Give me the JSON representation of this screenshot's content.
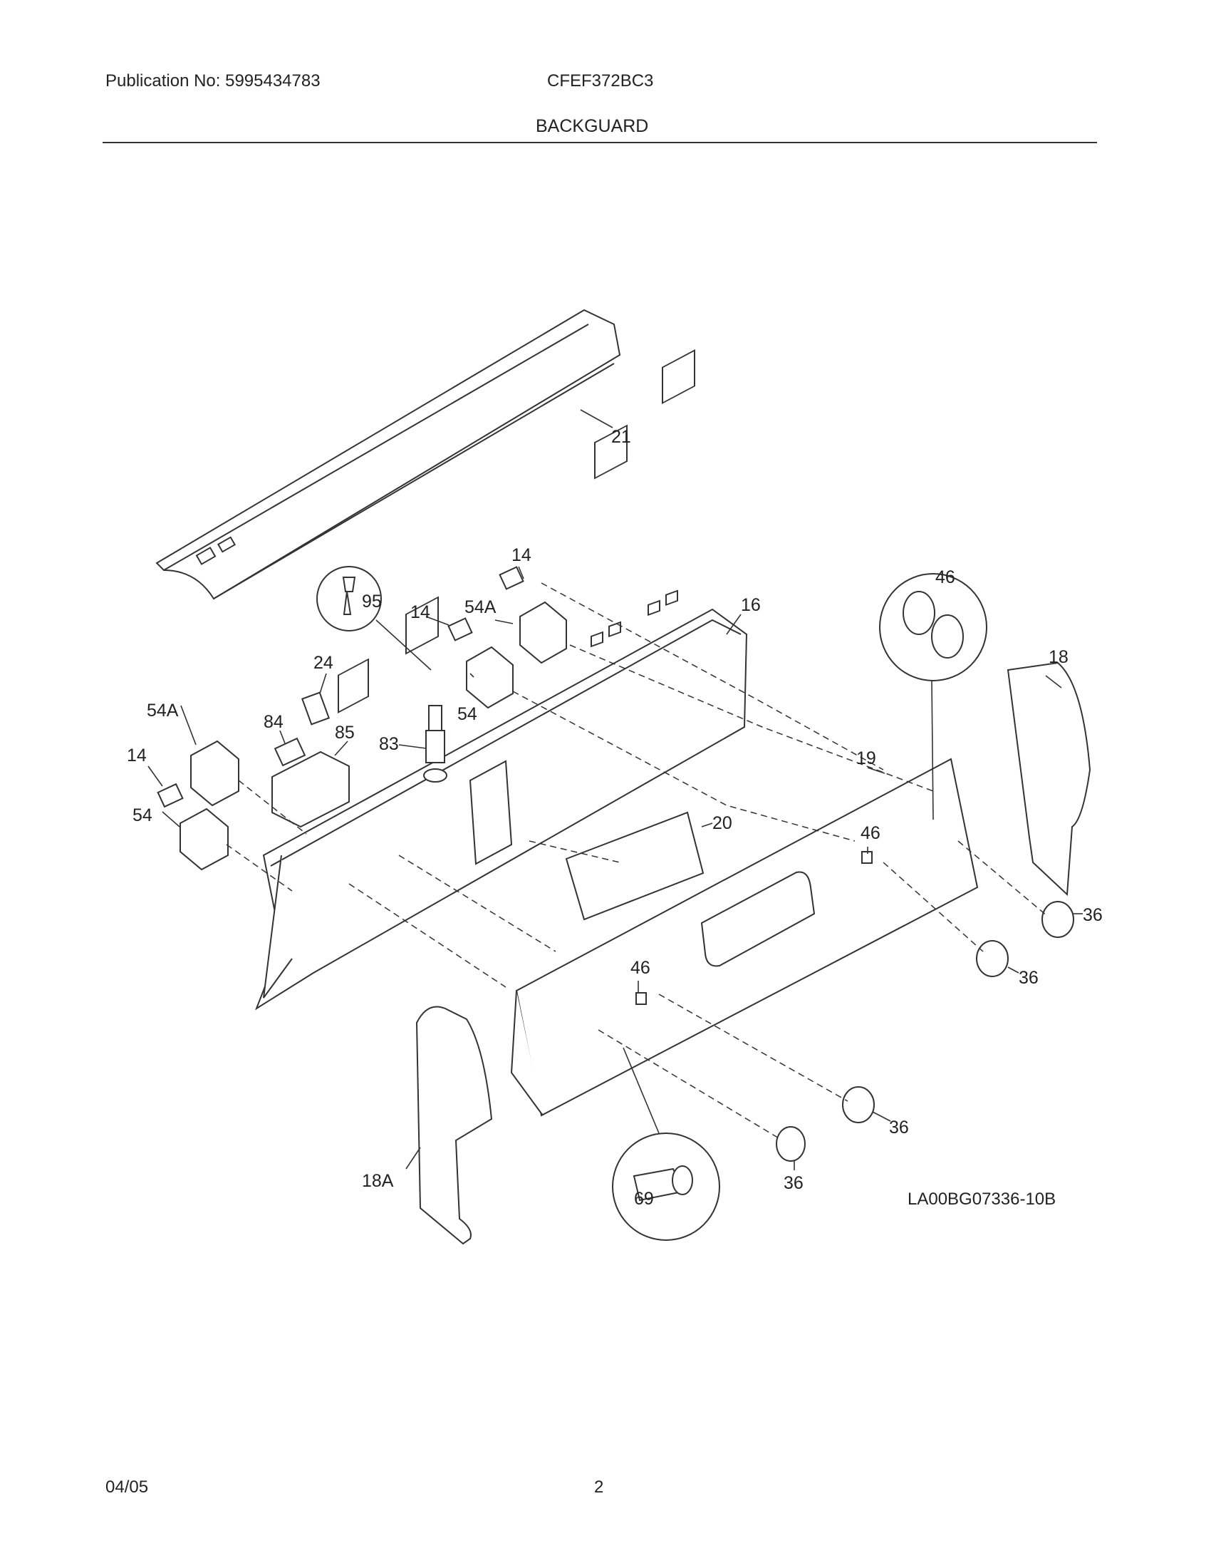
{
  "header": {
    "publication": "Publication No: 5995434783",
    "model": "CFEF372BC3",
    "title": "BACKGUARD"
  },
  "diagram": {
    "reference_code": "LA00BG07336-10B",
    "callouts": {
      "c21": "21",
      "c14a": "14",
      "c95": "95",
      "c14b": "14",
      "c54A_b": "54A",
      "c16": "16",
      "c46_detail": "46",
      "c18": "18",
      "c24": "24",
      "c54A_a": "54A",
      "c84": "84",
      "c85": "85",
      "c14c": "14",
      "c83": "83",
      "c54_a": "54",
      "c19": "19",
      "c54_b": "54",
      "c20": "20",
      "c46_right": "46",
      "c36_a": "36",
      "c36_b": "36",
      "c46_left": "46",
      "c36_c": "36",
      "c18A": "18A",
      "c69": "69",
      "c36_d": "36"
    }
  },
  "footer": {
    "date": "04/05",
    "page": "2"
  }
}
